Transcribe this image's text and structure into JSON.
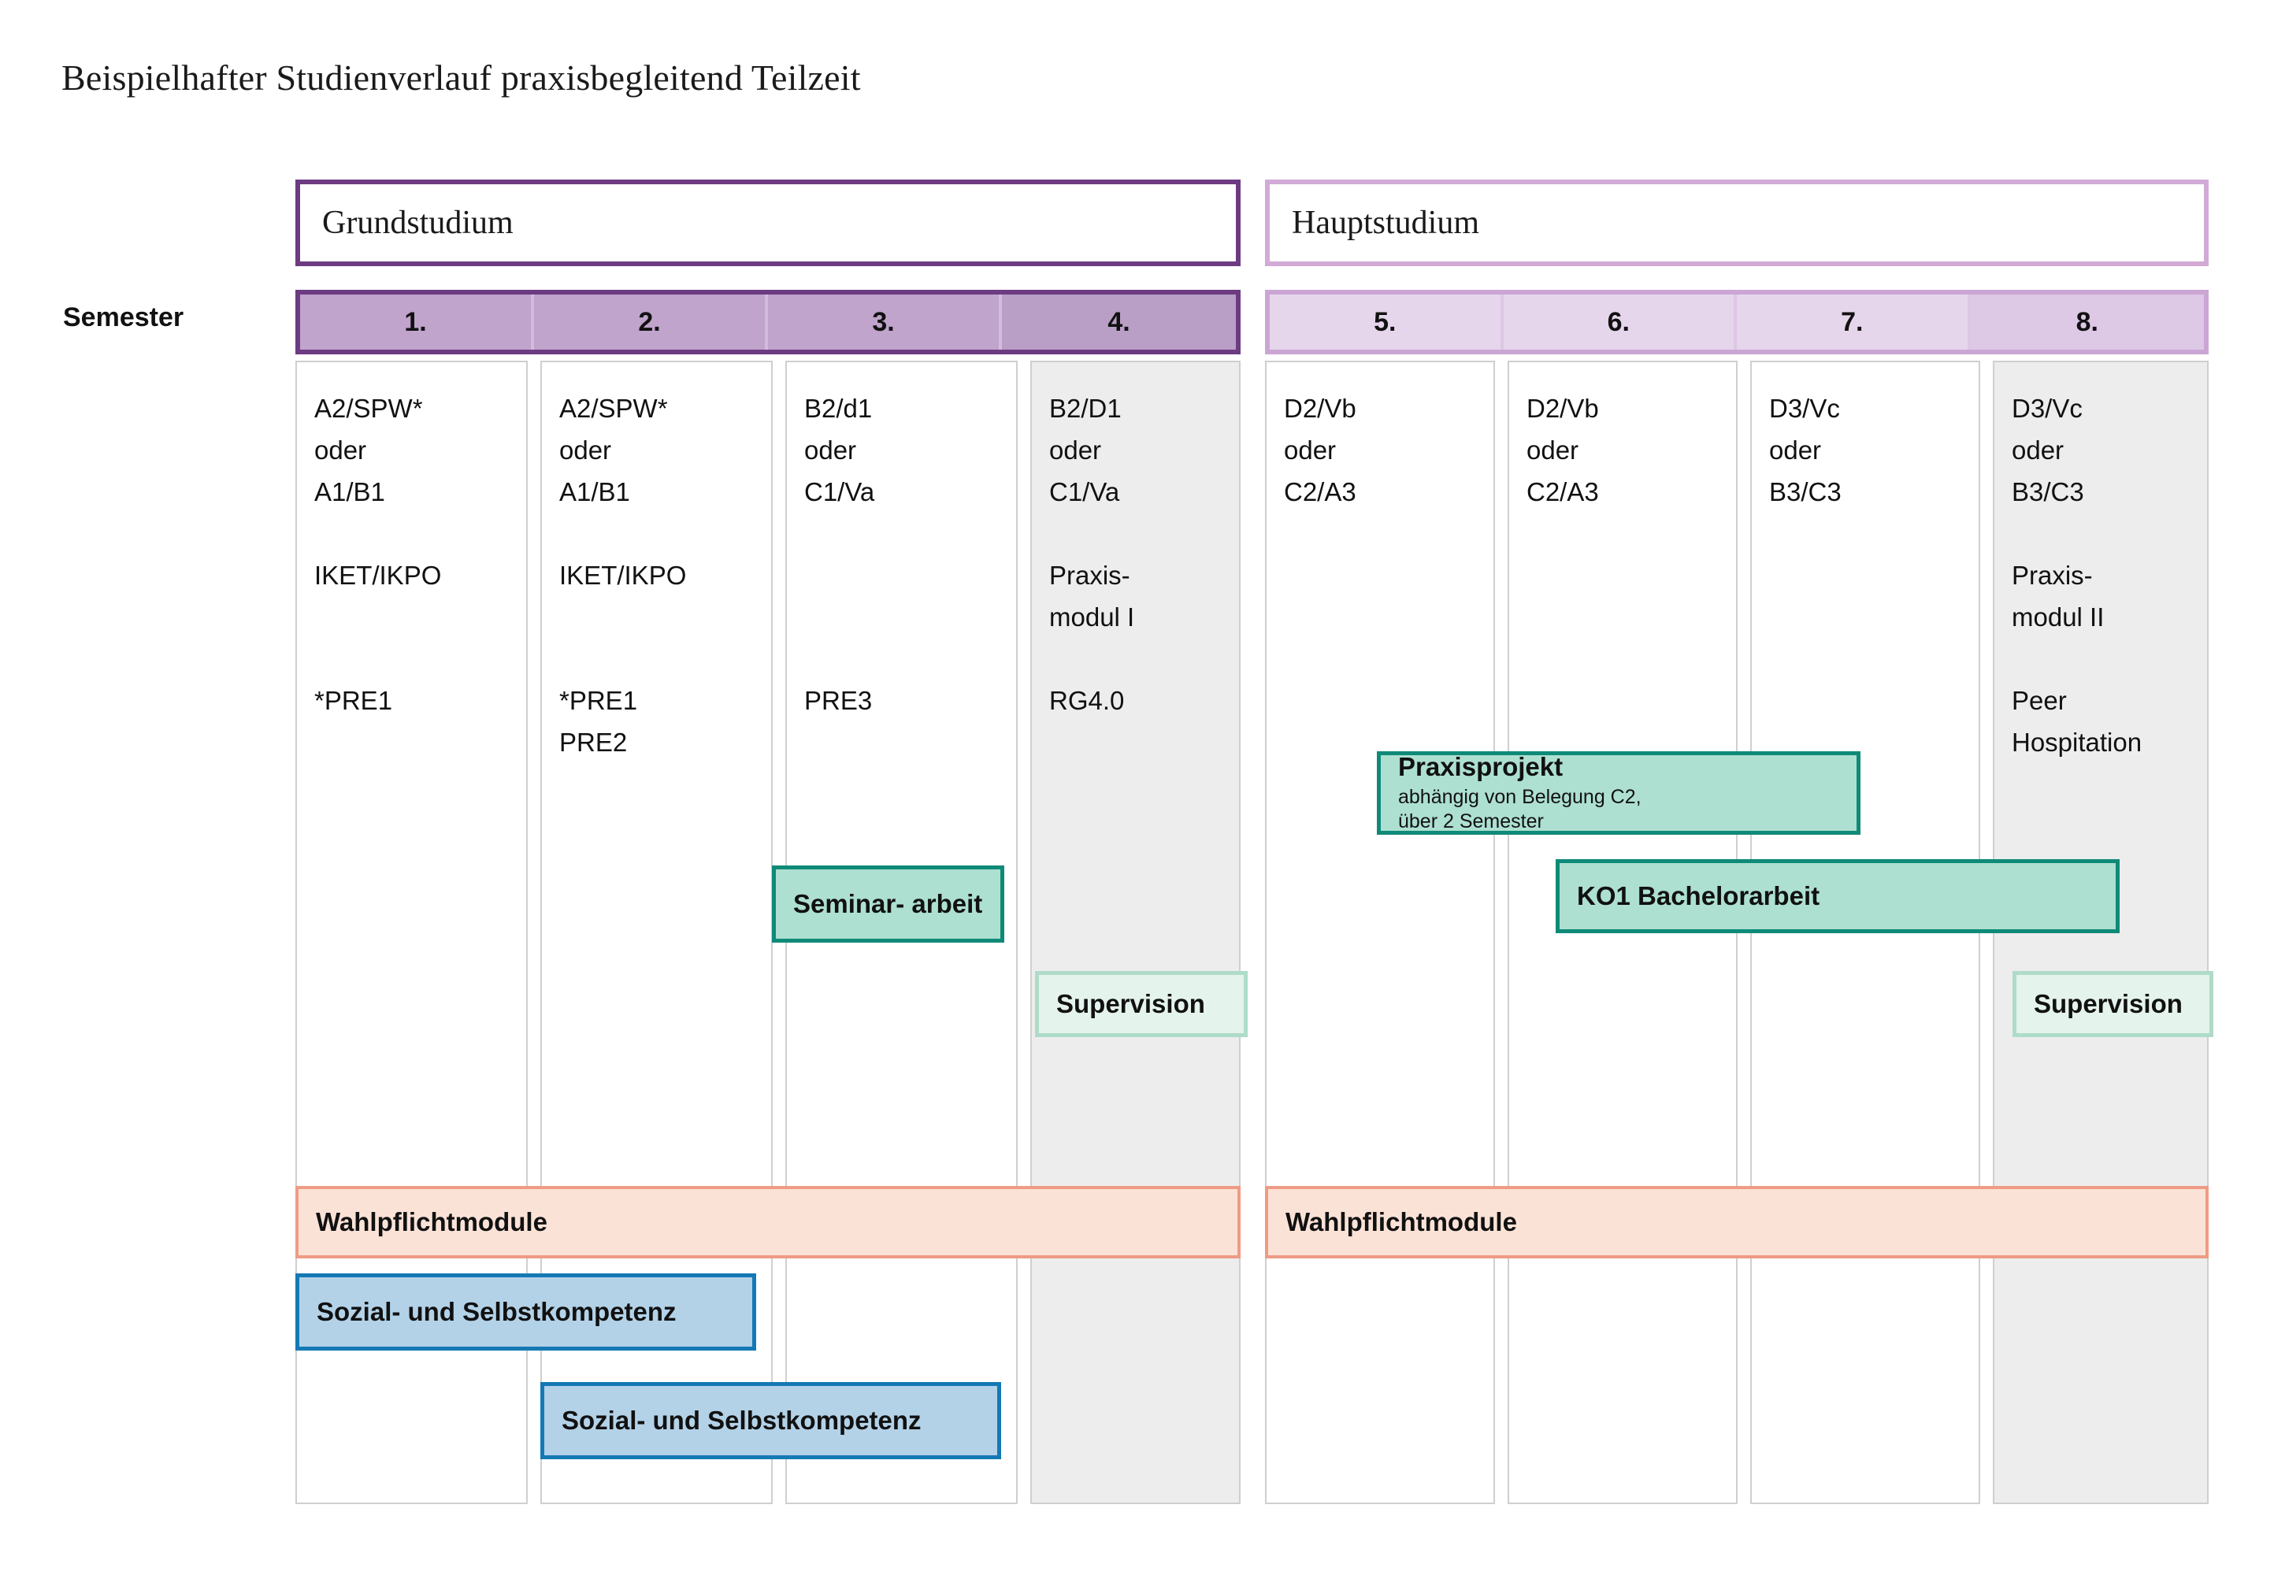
{
  "page": {
    "title": "Beispielhafter Studienverlauf praxisbegleitend Teilzeit",
    "semester_row_label": "Semester"
  },
  "phases": [
    {
      "id": "grundstudium",
      "label": "Grundstudium",
      "accent": "#6d3b82"
    },
    {
      "id": "hauptstudium",
      "label": "Hauptstudium",
      "accent": "#d2aad6"
    }
  ],
  "semesters": {
    "grundstudium": [
      "1.",
      "2.",
      "3.",
      "4."
    ],
    "hauptstudium": [
      "5.",
      "6.",
      "7.",
      "8."
    ]
  },
  "columns": [
    {
      "semester": "1.",
      "shaded": false,
      "text": "A2/SPW*\noder\nA1/B1\n\nIKET/IKPO\n\n\n*PRE1"
    },
    {
      "semester": "2.",
      "shaded": false,
      "text": "A2/SPW*\noder\nA1/B1\n\nIKET/IKPO\n\n\n*PRE1\nPRE2"
    },
    {
      "semester": "3.",
      "shaded": false,
      "text": "B2/d1\noder\nC1/Va\n\n\n\n\nPRE3"
    },
    {
      "semester": "4.",
      "shaded": true,
      "text": "B2/D1\noder\nC1/Va\n\nPraxis-\nmodul I\n\nRG4.0"
    },
    {
      "semester": "5.",
      "shaded": false,
      "text": "D2/Vb\noder\nC2/A3"
    },
    {
      "semester": "6.",
      "shaded": false,
      "text": "D2/Vb\noder\nC2/A3"
    },
    {
      "semester": "7.",
      "shaded": false,
      "text": "D3/Vc\noder\nB3/C3"
    },
    {
      "semester": "8.",
      "shaded": true,
      "text": "D3/Vc\noder\nB3/C3\n\nPraxis-\nmodul II\n\nPeer\nHospitation"
    }
  ],
  "bars": {
    "seminararbeit": {
      "title": "Seminar-\narbeit",
      "sub": ""
    },
    "supervision_1": {
      "title": "Supervision",
      "sub": ""
    },
    "praxisprojekt": {
      "title": "Praxisprojekt",
      "sub": "abhängig von Belegung C2,\nüber 2 Semester"
    },
    "ko1": {
      "title": "KO1 Bachelorarbeit",
      "sub": ""
    },
    "supervision_2": {
      "title": "Supervision",
      "sub": ""
    },
    "wahlpflicht_left": {
      "title": "Wahlpflichtmodule",
      "sub": ""
    },
    "wahlpflicht_right": {
      "title": "Wahlpflichtmodule",
      "sub": ""
    },
    "sozialkompetenz_1": {
      "title": "Sozial- und Selbstkompetenz",
      "sub": ""
    },
    "sozialkompetenz_2": {
      "title": "Sozial- und Selbstkompetenz",
      "sub": ""
    }
  },
  "colors": {
    "grundstudium_accent": "#6d3b82",
    "grundstudium_fill": "#c0a4cb",
    "hauptstudium_accent": "#cba6d4",
    "hauptstudium_fill": "#e6d6ec",
    "teal_border": "#0f8a78",
    "teal_fill": "#ade0d1",
    "teal_light_border": "#aedcc8",
    "teal_light_fill": "#e4f3ec",
    "peach_border": "#ef9b84",
    "peach_fill": "#fbe2d7",
    "blue_border": "#1479b4",
    "blue_fill": "#b3d2e8",
    "shaded_column": "#ededed",
    "column_border": "#cfcfcf"
  }
}
